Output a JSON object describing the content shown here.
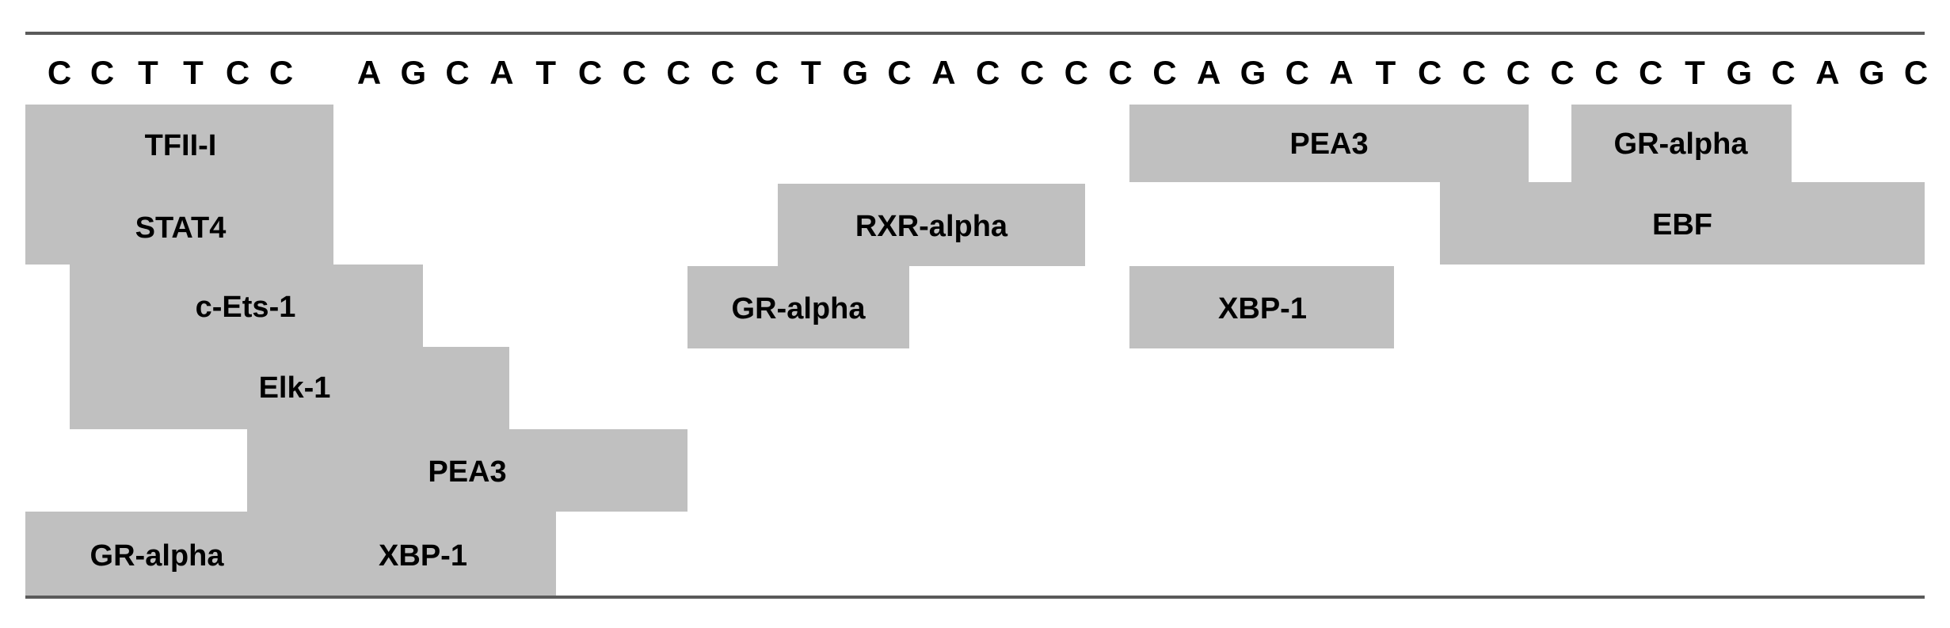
{
  "diagram": {
    "sequence": [
      "C",
      "C",
      "T",
      "T",
      "C",
      "C",
      "A",
      "G",
      "C",
      "A",
      "T",
      "C",
      "C",
      "C",
      "C",
      "C",
      "T",
      "G",
      "C",
      "A",
      "C",
      "C",
      "C",
      "C",
      "C",
      "A",
      "G",
      "C",
      "A",
      "T",
      "C",
      "C",
      "C",
      "C",
      "C",
      "C",
      "T",
      "G",
      "C",
      "A",
      "G",
      "C"
    ],
    "sites": [
      {
        "id": "tfii-i",
        "label": "TFII-I"
      },
      {
        "id": "stat4",
        "label": "STAT4"
      },
      {
        "id": "c-ets-1",
        "label": "c-Ets-1"
      },
      {
        "id": "elk-1",
        "label": "Elk-1"
      },
      {
        "id": "pea3-left",
        "label": "PEA3"
      },
      {
        "id": "gr-alpha-left",
        "label": "GR-alpha"
      },
      {
        "id": "xbp-1-left",
        "label": "XBP-1"
      },
      {
        "id": "rxr-alpha",
        "label": "RXR-alpha"
      },
      {
        "id": "gr-alpha-middle",
        "label": "GR-alpha"
      },
      {
        "id": "pea3-right",
        "label": "PEA3"
      },
      {
        "id": "gr-alpha-right",
        "label": "GR-alpha"
      },
      {
        "id": "ebf",
        "label": "EBF"
      },
      {
        "id": "xbp-1-right",
        "label": "XBP-1"
      }
    ]
  }
}
